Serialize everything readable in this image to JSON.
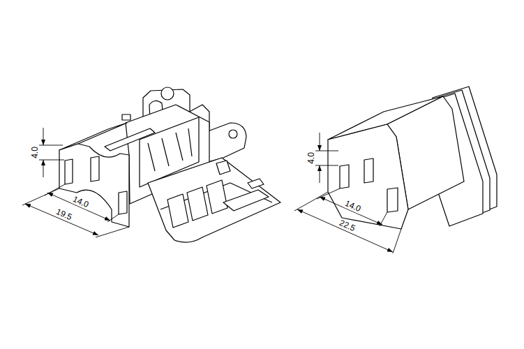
{
  "diagram": {
    "labels": [
      "4.0",
      "14.0",
      "19.5",
      "4.0",
      "14.0",
      "22.5"
    ]
  }
}
